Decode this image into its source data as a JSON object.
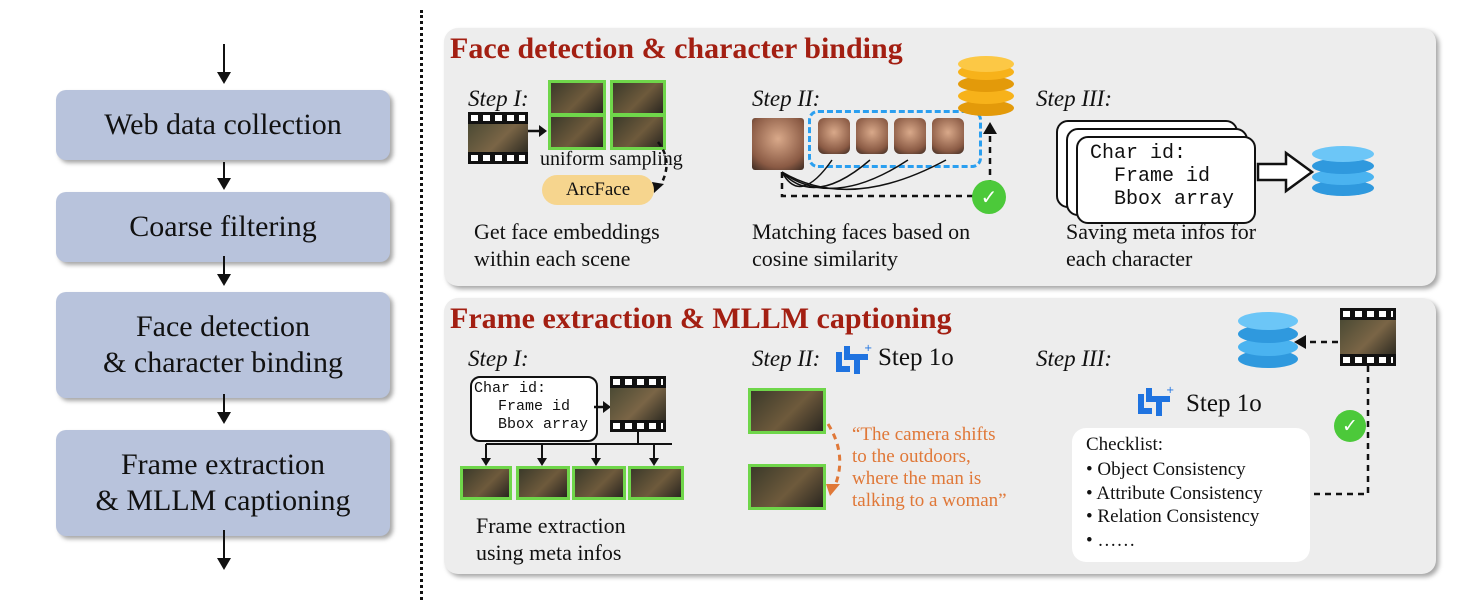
{
  "pipeline": {
    "steps": [
      "Web data collection",
      "Coarse filtering",
      "Face detection",
      "& character binding",
      "Frame extraction",
      "& MLLM captioning"
    ]
  },
  "panel1": {
    "title": "Face detection & character binding",
    "step1": "Step I:",
    "step2": "Step II:",
    "step3": "Step III:",
    "uniform_sampling": "uniform sampling",
    "arcface": "ArcFace",
    "cap1_l1": "Get face embeddings",
    "cap1_l2": "within each scene",
    "cap2_l1": "Matching faces based on",
    "cap2_l2": "cosine similarity",
    "cap3_l1": "Saving meta infos for",
    "cap3_l2": "each character",
    "meta_char": "Char id:",
    "meta_frame": "Frame id",
    "meta_bbox": "Bbox array"
  },
  "panel2": {
    "title": "Frame extraction & MLLM captioning",
    "step1": "Step I:",
    "step2": "Step II:",
    "step3": "Step III:",
    "meta_char": "Char id:",
    "meta_frame": "Frame id",
    "meta_bbox": "Bbox array",
    "cap1_l1": "Frame extraction",
    "cap1_l2": "using meta infos",
    "model_name": "Step 1o",
    "quote_l1": "“The camera shifts",
    "quote_l2": "to the outdoors,",
    "quote_l3": "where the man is",
    "quote_l4": "talking to a woman”",
    "checklist_title": "Checklist:",
    "checklist": [
      "Object Consistency",
      "Attribute Consistency",
      "Relation Consistency",
      "……"
    ]
  },
  "colors": {
    "title_red": "#a31f12",
    "pipeline_box": "#b8c3dc",
    "panel_bg": "#ededed",
    "thumb_border": "#6fd64a",
    "db_orange": "#f7b21a",
    "db_blue": "#4ab3f0",
    "match_dashed": "#2a9ff0",
    "quote_orange": "#e07838",
    "arcface_fill": "#f6d58e",
    "check_green": "#4cc93a"
  }
}
